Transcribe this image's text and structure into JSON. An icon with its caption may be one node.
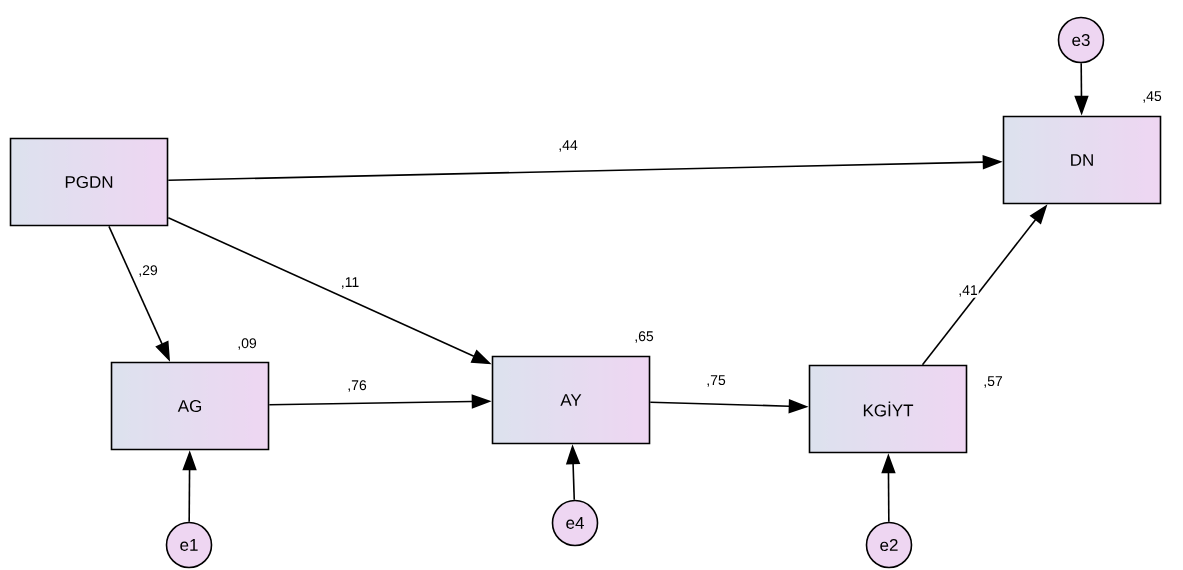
{
  "diagram": {
    "nodes": [
      {
        "text": [
          "e3"
        ]
      },
      {
        "text": [
          "PGDN"
        ]
      },
      {
        "text": [
          "DN"
        ],
        "beside": [
          ",45"
        ]
      },
      {
        "text": [
          "AG"
        ],
        "beside": [
          ",09"
        ]
      },
      {
        "text": [
          "AY"
        ],
        "beside": [
          ",65"
        ]
      },
      {
        "text": [
          "KGİYT"
        ],
        "beside": [
          ",57"
        ]
      },
      {
        "text": [
          "e1"
        ]
      },
      {
        "text": [
          "e4"
        ]
      },
      {
        "text": [
          "e2"
        ]
      }
    ],
    "edges": [
      {
        "from": 0,
        "to": 2,
        "arrow": "to"
      },
      {
        "from": 1,
        "to": 2,
        "arrow": "to",
        "label": ",44"
      },
      {
        "from": 1,
        "to": 3,
        "arrow": "to",
        "label": ",29"
      },
      {
        "from": 1,
        "to": 4,
        "arrow": "to",
        "label": ",11"
      },
      {
        "from": 3,
        "to": 4,
        "arrow": "to",
        "label": ",76"
      },
      {
        "from": 4,
        "to": 5,
        "arrow": "to",
        "label": ",75"
      },
      {
        "from": 5,
        "to": 2,
        "arrow": "to",
        "label": ",41"
      },
      {
        "from": 6,
        "to": 3,
        "arrow": "to"
      },
      {
        "from": 7,
        "to": 4,
        "arrow": "to"
      },
      {
        "from": 8,
        "to": 5,
        "arrow": "to"
      }
    ]
  }
}
